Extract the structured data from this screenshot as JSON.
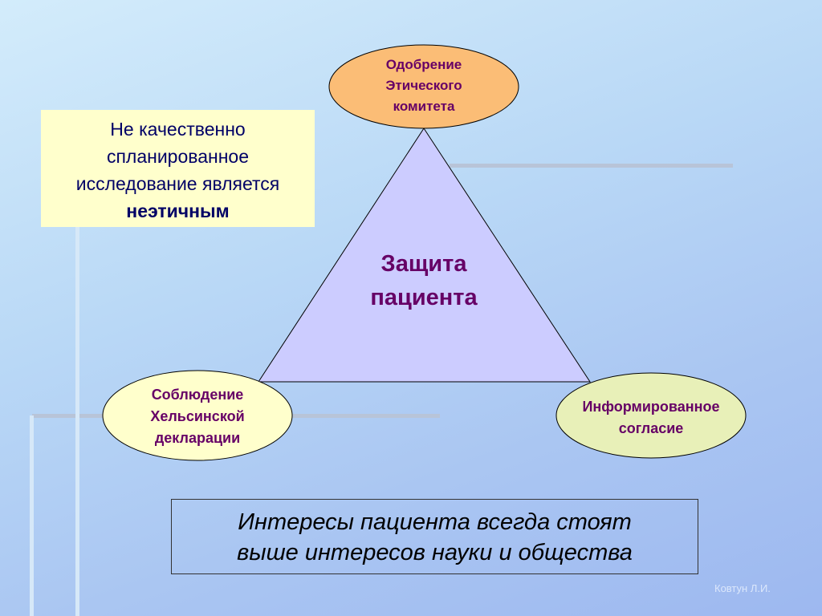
{
  "note": {
    "lines": [
      "Не качественно",
      "спланированное",
      "исследование является"
    ],
    "emphasis": "неэтичным"
  },
  "center": {
    "line1": "Защита",
    "line2": "пациента"
  },
  "top_node": {
    "lines": [
      "Одобрение",
      "Этического",
      "комитета"
    ]
  },
  "left_node": {
    "lines": [
      "Соблюдение",
      "Хельсинской",
      "декларации"
    ]
  },
  "right_node": {
    "lines": [
      "Информированное",
      "согласие"
    ]
  },
  "motto": {
    "line1": "Интересы пациента всегда стоят",
    "line2": "выше интересов науки и общества"
  },
  "author": "Ковтун Л.И.",
  "colors": {
    "top_fill": "#fbbd76",
    "left_fill": "#ffffcc",
    "right_fill": "#e8f0b8",
    "triangle_fill": "#ccccff",
    "node_text": "#660066"
  }
}
